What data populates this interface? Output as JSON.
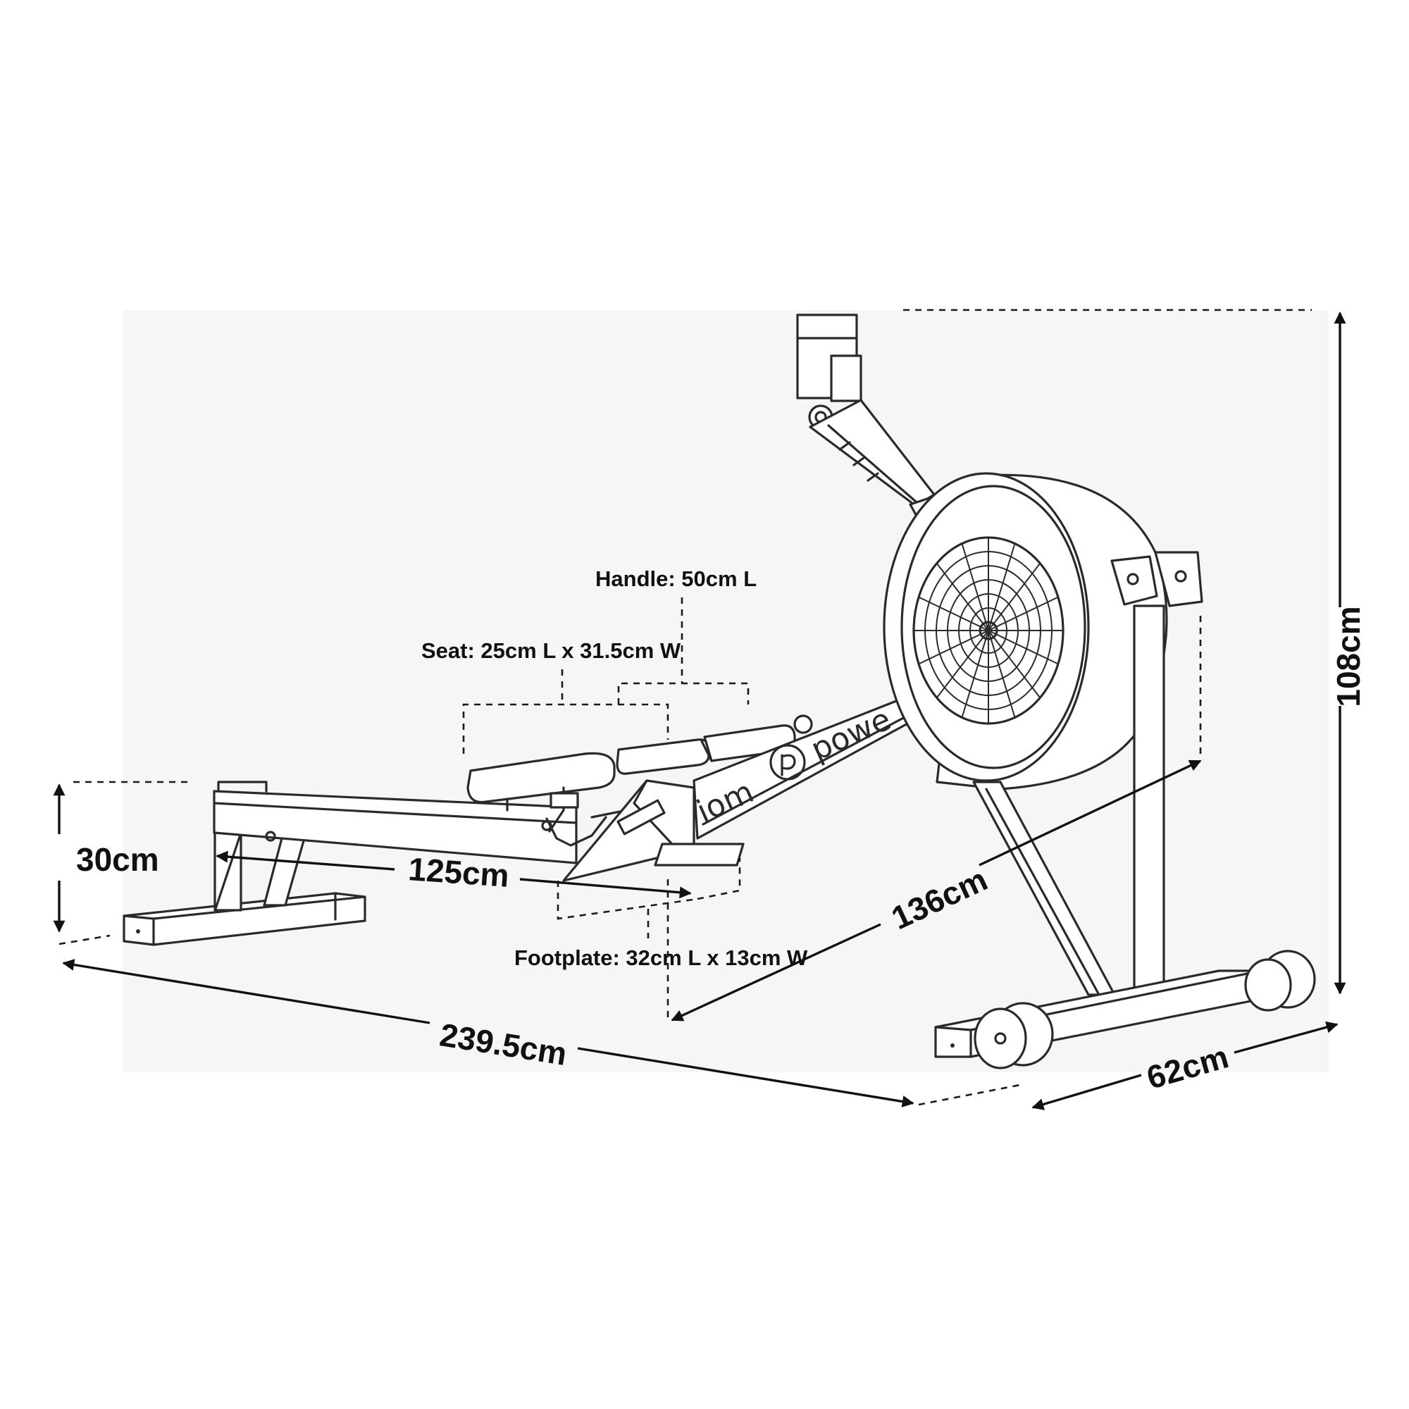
{
  "dimensions": {
    "height": "108cm",
    "seat_height": "30cm",
    "rail_length": "125cm",
    "total_length": "239.5cm",
    "frame_length": "136cm",
    "width": "62cm"
  },
  "callouts": {
    "handle": "Handle: 50cm L",
    "seat": "Seat: 25cm L x 31.5cm W",
    "footplate": "Footplate: 32cm L x 13cm W"
  },
  "brand": {
    "left": "iom",
    "right": "powe"
  }
}
